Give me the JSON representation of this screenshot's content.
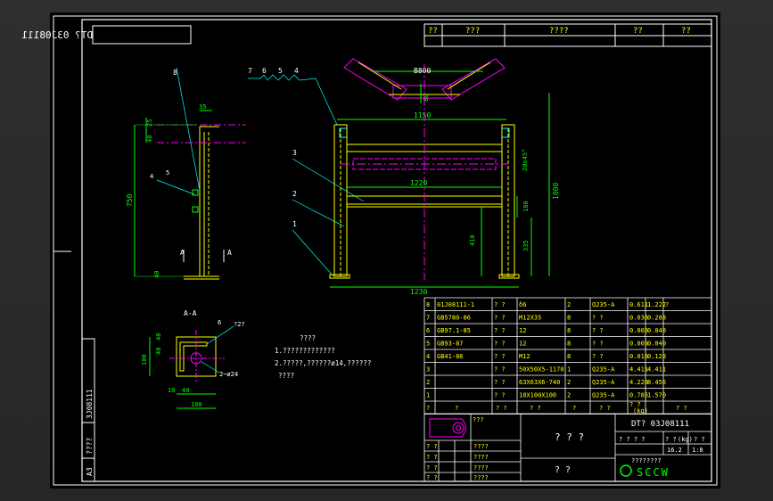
{
  "title_strip": {
    "code_mirror": "DT? 03J08111"
  },
  "top_revision_header": [
    "??",
    "???",
    "????",
    "??",
    "??"
  ],
  "side_label": {
    "code": "3J08111",
    "size": "A3",
    "marks": "????"
  },
  "dimensions": {
    "d35": "35",
    "d40": "40",
    "d25": "25",
    "d750": "750",
    "d40b": "40",
    "d4": "4",
    "d5": "5",
    "b800": "B800",
    "d80": "80",
    "d1150": "1150",
    "d1220": "1220",
    "d20x45": "20x45°",
    "d1000": "1000",
    "d180": "180",
    "d410": "410",
    "d335": "335",
    "d1230": "1230"
  },
  "part_leaders": {
    "p1": "1",
    "p2": "2",
    "p3": "3",
    "p4": "4",
    "p5": "5",
    "p6": "6",
    "p7": "7",
    "p8": "8"
  },
  "section": {
    "label": "A-A",
    "arrow_left": "A",
    "arrow_right": "A",
    "d100": "100",
    "d40": "40",
    "d40b": "40",
    "d10": "10",
    "d40c": "40",
    "d100b": "100",
    "d6": "6",
    "hole": "2~ø24",
    "weld": "?2?",
    "leader": "6"
  },
  "notes": {
    "title": "????",
    "line1": "1.?????????????",
    "line2": "2.?????,??????ø14,??????",
    "line3": "????"
  },
  "bom": [
    {
      "n": "8",
      "code": "01J08111-1",
      "q1": "? ?",
      "spec": "δ6",
      "qty": "2",
      "mat": "Q235-A",
      "w1": "0.611",
      "w2": "1.222",
      "rem": "?"
    },
    {
      "n": "7",
      "code": "GB5780-86",
      "q1": "? ?",
      "spec": "M12X35",
      "qty": "8",
      "mat": "? ?",
      "w1": "0.036",
      "w2": "0.288",
      "rem": ""
    },
    {
      "n": "6",
      "code": "GB97.1-85",
      "q1": "? ?",
      "spec": "12",
      "qty": "8",
      "mat": "? ?",
      "w1": "0.005",
      "w2": "0.040",
      "rem": ""
    },
    {
      "n": "5",
      "code": "GB93-87",
      "q1": "? ?",
      "spec": "12",
      "qty": "8",
      "mat": "? ?",
      "w1": "0.005",
      "w2": "0.040",
      "rem": ""
    },
    {
      "n": "4",
      "code": "GB41-86",
      "q1": "? ?",
      "spec": "M12",
      "qty": "8",
      "mat": "? ?",
      "w1": "0.016",
      "w2": "0.128",
      "rem": ""
    },
    {
      "n": "3",
      "code": "",
      "q1": "? ?",
      "spec": "50X50X5-1170",
      "qty": "1",
      "mat": "Q235-A",
      "w1": "4.411",
      "w2": "4.411",
      "rem": ""
    },
    {
      "n": "2",
      "code": "",
      "q1": "? ?",
      "spec": "63X63X6-740",
      "qty": "2",
      "mat": "Q235-A",
      "w1": "4.228",
      "w2": "8.456",
      "rem": ""
    },
    {
      "n": "1",
      "code": "",
      "q1": "? ?",
      "spec": "10X100X100",
      "qty": "2",
      "mat": "Q235-A",
      "w1": "0.785",
      "w2": "1.570",
      "rem": ""
    }
  ],
  "bom_header": {
    "n": "?",
    "code": "?",
    "q1": "? ?",
    "spec": "? ?",
    "qty": "?",
    "mat": "? ?",
    "w": "? ?",
    "w_unit": "(kg)",
    "rem": "? ?"
  },
  "title_block": {
    "header_small": "???",
    "drawing_name": "? ? ?",
    "drawing_code": "DT? 03J08111",
    "stage_labels": [
      "? ? ? ?",
      "? ?",
      "(kg)",
      "? ?"
    ],
    "weight": "16.2",
    "scale": "1:8",
    "sheet": "????????",
    "company": "SCCW",
    "material_note": "? ?",
    "sign_rows": [
      "? ?",
      "? ?",
      "? ?",
      "? ?"
    ],
    "sign_cells": [
      "????",
      "????",
      "????",
      "????"
    ]
  },
  "colors": {
    "outline": "#ffffff",
    "structure": "#ffff00",
    "dimension": "#00ff00",
    "centerline": "#ff00ff",
    "leader": "#00ffff",
    "table": "#ffff00",
    "text_white": "#ffffff"
  }
}
